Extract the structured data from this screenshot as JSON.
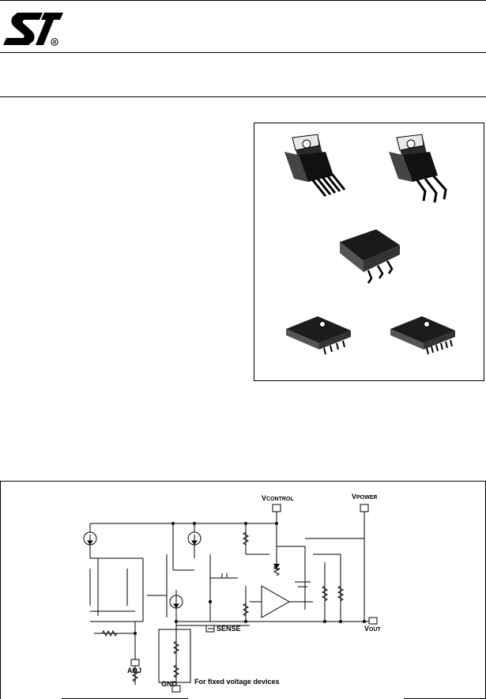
{
  "diagram": {
    "labels": {
      "vcontrol_main": "V",
      "vcontrol_sub": "CONTROL",
      "vpower_main": "V",
      "vpower_sub": "POWER",
      "sense": "SENSE",
      "vout_main": "V",
      "vout_sub": "OUT",
      "adj": "ADJ",
      "gnd": "GND",
      "fixed_note": "For fixed voltage devices"
    }
  }
}
